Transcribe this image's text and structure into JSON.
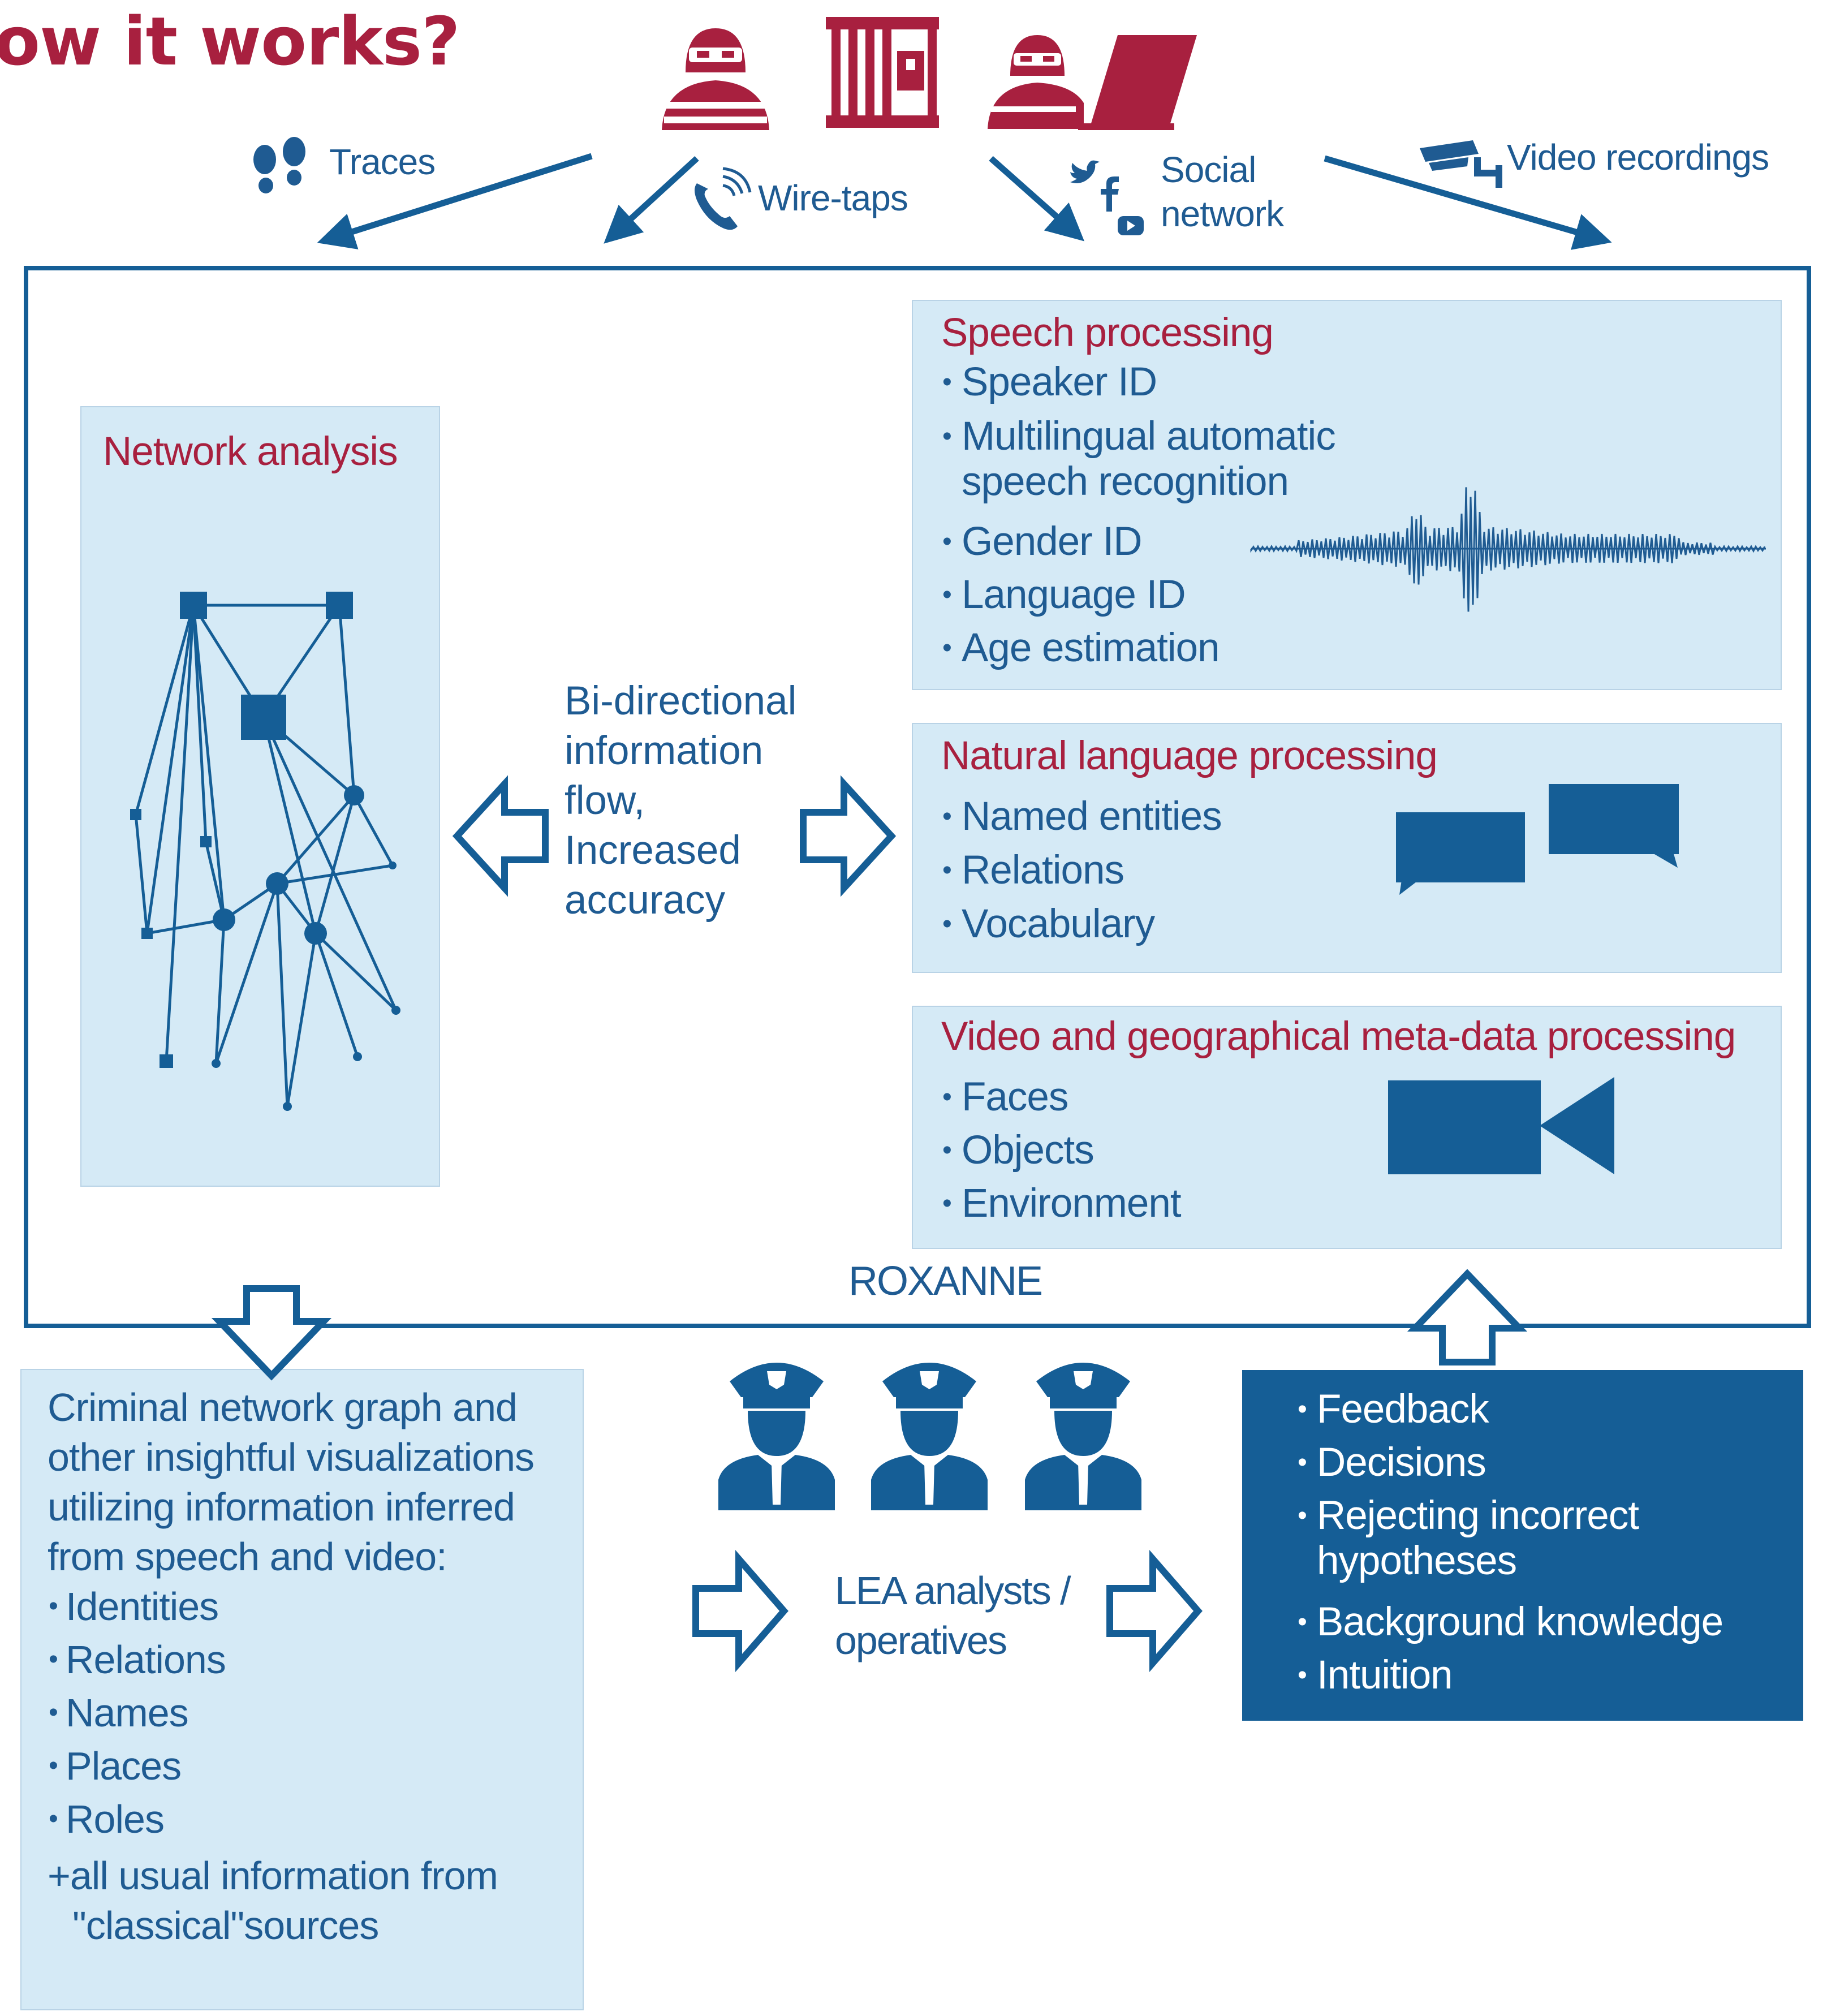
{
  "heading": "ow it works?",
  "sources": {
    "traces": "Traces",
    "wiretaps": "Wire-taps",
    "social_line1": "Social",
    "social_line2": "network",
    "video": "Video recordings"
  },
  "network_panel": {
    "title": "Network analysis"
  },
  "flow_text": "Bi-directional information flow, Increased accuracy",
  "speech_panel": {
    "title": "Speech processing",
    "items": [
      "Speaker ID",
      "Multilingual automatic speech recognition",
      "Gender ID",
      "Language ID",
      "Age estimation"
    ]
  },
  "nlp_panel": {
    "title": "Natural language processing",
    "items": [
      "Named entities",
      "Relations",
      "Vocabulary"
    ]
  },
  "video_panel": {
    "title": "Video and geographical meta-data processing",
    "items": [
      "Faces",
      "Objects",
      "Environment"
    ]
  },
  "roxanne_label": "ROXANNE",
  "output_panel": {
    "intro": "Criminal network graph and other insightful visualizations utilizing information inferred from speech and video:",
    "items": [
      "Identities",
      "Relations",
      "Names",
      "Places",
      "Roles"
    ],
    "footer": "+all usual information from \"classical\"sources"
  },
  "lea_text": "LEA analysts / operatives",
  "feedback_panel": {
    "items": [
      "Feedback",
      "Decisions",
      "Rejecting incorrect hypotheses",
      "Background knowledge",
      "Intuition"
    ]
  },
  "colors": {
    "brand_red": "#a8203f",
    "brand_blue": "#155e96",
    "panel_fill": "#d5eaf6",
    "text_blue": "#1f5b92"
  },
  "icons": [
    "criminal-icon",
    "prison-bars-icon",
    "hacker-laptop-icon",
    "footprints-icon",
    "phone-icon",
    "twitter-icon",
    "facebook-icon",
    "youtube-icon",
    "cctv-camera-icon",
    "waveform-icon",
    "speech-bubble-icon",
    "video-camera-icon",
    "police-officer-icon"
  ]
}
